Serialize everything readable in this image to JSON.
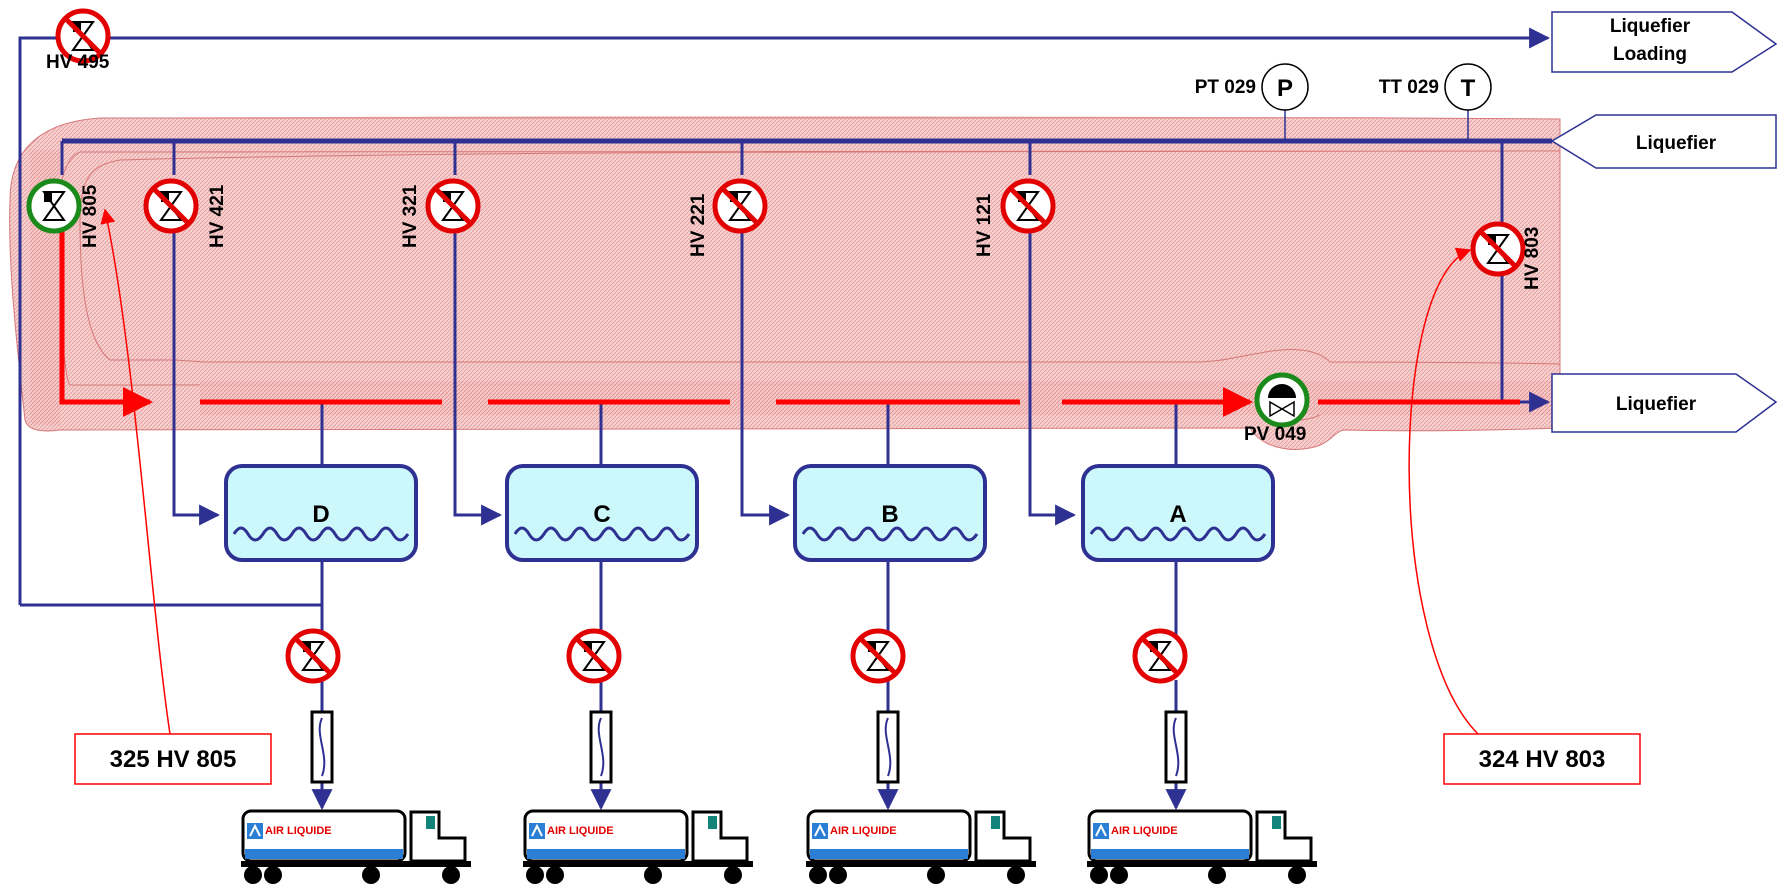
{
  "outlets": {
    "loading_line1": "Liquefier",
    "loading_line2": "Loading",
    "supply": "Liquefier",
    "return": "Liquefier"
  },
  "instruments": {
    "pressure": {
      "tag": "PT 029",
      "symbol": "P"
    },
    "temperature": {
      "tag": "TT 029",
      "symbol": "T"
    }
  },
  "valves": {
    "hv495": "HV 495",
    "hv805": "HV 805",
    "hv421": "HV 421",
    "hv321": "HV 321",
    "hv221": "HV 221",
    "hv121": "HV 121",
    "hv803": "HV 803",
    "pv049": "PV 049"
  },
  "tanks": [
    "D",
    "C",
    "B",
    "A"
  ],
  "callouts": {
    "left": "325 HV 805",
    "right": "324 HV 803"
  },
  "truck_brand": "AIR LIQUIDE",
  "colors": {
    "pipe": "#2e3192",
    "flow": "#ff0000",
    "highlight_fill": "#f2b3b3",
    "tank_fill": "#ccf7fb",
    "valve_ok": "#1a8a1a",
    "valve_blocked": "#e30000"
  }
}
